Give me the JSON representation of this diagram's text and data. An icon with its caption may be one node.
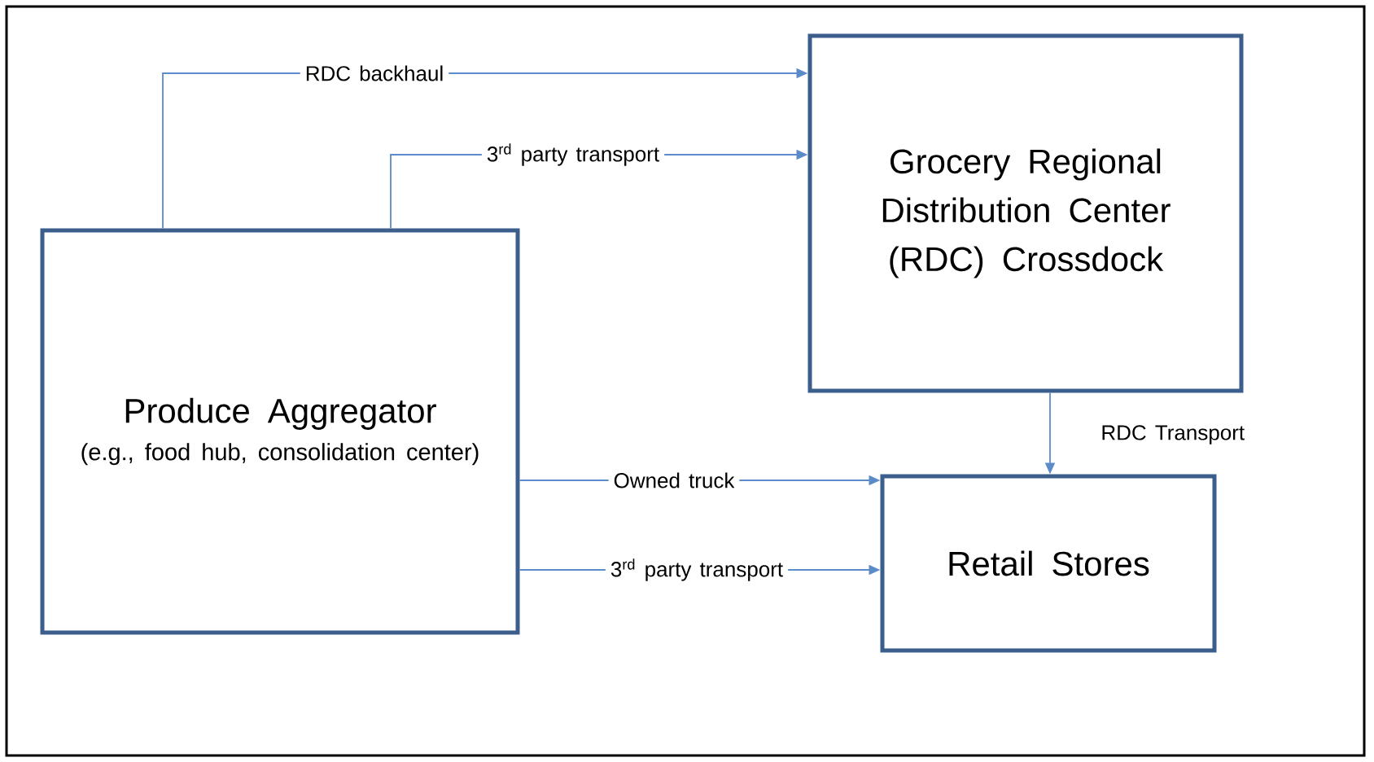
{
  "diagram": {
    "nodes": [
      {
        "text": [
          "Grocery Regional Distribution Center (RDC) Crossdock"
        ]
      },
      {
        "text": [
          "Produce Aggregator",
          "(e.g., food hub, consolidation center)"
        ]
      },
      {
        "text": [
          "Retail Stores"
        ]
      }
    ],
    "edges": [
      {
        "from": 1,
        "to": 0,
        "arrow": "to",
        "label": "RDC backhaul"
      },
      {
        "from": 1,
        "to": 0,
        "arrow": "to",
        "label": "3$^{rd}$ party transport"
      },
      {
        "from": 0,
        "to": 2,
        "arrow": "to",
        "label": "RDC Transport"
      },
      {
        "from": 1,
        "to": 2,
        "arrow": "to",
        "label": "Owned truck"
      },
      {
        "from": 1,
        "to": 2,
        "arrow": "to",
        "label": "3$^{rd}$ party transport"
      }
    ]
  }
}
